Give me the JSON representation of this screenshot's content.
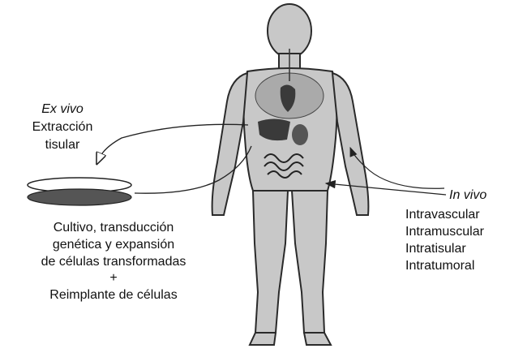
{
  "ex_vivo": {
    "heading": "Ex vivo",
    "step_1": "Extracción",
    "step_2": "tisular"
  },
  "culture": {
    "line_1": "Cultivo, transducción",
    "line_2": "genética y expansión",
    "line_3": "de células transformadas",
    "plus": "+",
    "line_4": "Reimplante de células"
  },
  "in_vivo": {
    "heading": "In vivo",
    "routes": [
      "Intravascular",
      "Intramuscular",
      "Intratisular",
      "Intratumoral"
    ]
  },
  "colors": {
    "body_fill": "#c8c8c8",
    "body_outline": "#2a2a2a",
    "organ_dark": "#3a3a3a",
    "dish_dark": "#555555"
  }
}
